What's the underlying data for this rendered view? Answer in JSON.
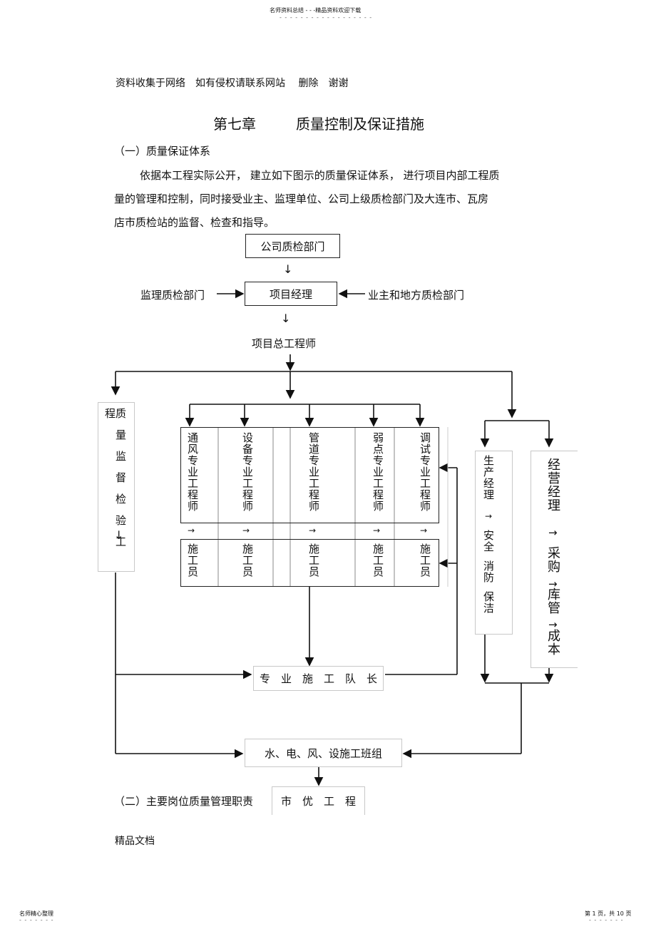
{
  "header": {
    "top": "名师资料总结 - - -精品资料欢迎下载",
    "dots": "- - - - - - - - - - - - - - - - - -"
  },
  "notice": "资料收集于网络　如有侵权请联系网站　 删除　谢谢",
  "chapter": {
    "num": "第七章",
    "title": "质量控制及保证措施"
  },
  "section1": "（一）质量保证体系",
  "para": {
    "line1": "依据本工程实际公开，  建立如下图示的质量保证体系，   进行项目内部工程质",
    "line2": "量的管理和控制，同时接受业主、监理单位、公司上级质检部门及大连市、瓦房",
    "line3": "店市质检站的监督、检查和指导。"
  },
  "diagram": {
    "company": "公司质检部门",
    "supervisor": "监理质检部门",
    "pm": "项目经理",
    "owner": "业主和地方质检部门",
    "chief": "项目总工程师",
    "qc": "质量监督检验工程",
    "engineers": [
      "通风专业工程师",
      "设备专业工程师",
      "管道专业工程师",
      "弱点专业工程师",
      "调试专业工程师"
    ],
    "workers": [
      "施工员",
      "施工员",
      "施工员",
      "施工员",
      "施工员"
    ],
    "arrow": "→",
    "down_arrow": "↓",
    "prod_a": "生产经理",
    "prod_b": "安全",
    "prod_c": "消防",
    "prod_d": "保洁",
    "biz_a": "经营经理",
    "biz_b": "采购",
    "biz_c": "库管",
    "biz_d": "成本",
    "team_lead": "专　业　施　工　队　长",
    "crew": "水、电、风、设施工班组",
    "excellent": "市　优　工　程"
  },
  "section2": "（二）主要岗位质量管理职责",
  "footer_doc": "精品文档",
  "footer_left": "名师精心整理",
  "footer_right": "第 1 页，共 10 页",
  "footer_dots": "- - - - - - -"
}
